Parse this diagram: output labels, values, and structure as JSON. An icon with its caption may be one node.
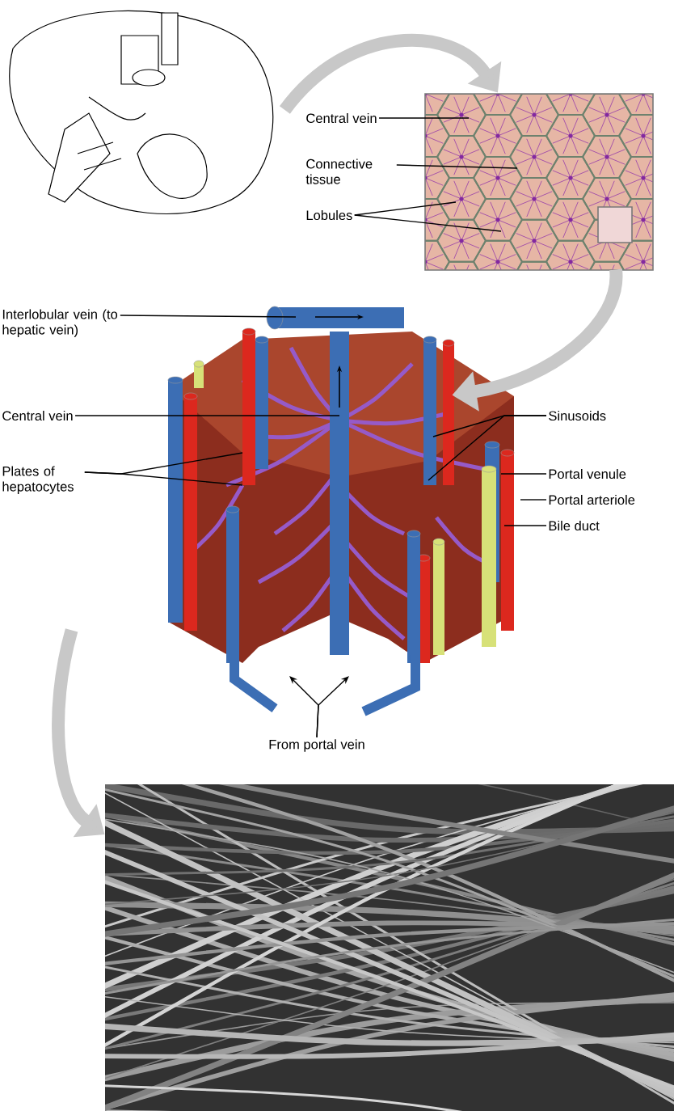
{
  "diagram": {
    "nodes": [
      {
        "text": [],
        "shape": "picture"
      },
      {
        "text": [],
        "shape": "picture"
      },
      {
        "text": [],
        "shape": "picture"
      },
      {
        "text": [],
        "shape": "picture"
      },
      {
        "text": [
          "Central vein"
        ]
      },
      {
        "text": [
          "Connective tissue"
        ]
      },
      {
        "text": [
          "Lobules"
        ]
      },
      {
        "text": [
          "Interlobular vein (to hepatic vein)"
        ]
      },
      {
        "text": [
          "Central vein"
        ]
      },
      {
        "text": [
          "Plates of hepatocytes"
        ]
      },
      {
        "text": [
          "Sinusoids"
        ]
      },
      {
        "text": [
          "Portal venule"
        ]
      },
      {
        "text": [
          "Portal arteriole"
        ]
      },
      {
        "text": [
          "Bile duct"
        ]
      },
      {
        "text": [
          "From portal vein"
        ]
      }
    ],
    "edges": [
      {
        "from": 0,
        "to": 1,
        "arrow": "to",
        "style": "thick",
        "color": "#c8c8c8"
      },
      {
        "from": 1,
        "to": 2,
        "arrow": "to",
        "style": "thick",
        "color": "#c8c8c8"
      },
      {
        "from": 2,
        "to": 3,
        "arrow": "to",
        "style": "thick",
        "color": "#c8c8c8"
      },
      {
        "from": 4,
        "to": 1,
        "arrow": "none"
      },
      {
        "from": 5,
        "to": 1,
        "arrow": "none"
      },
      {
        "from": 6,
        "to": 1,
        "arrow": "none"
      },
      {
        "from": 6,
        "to": 1,
        "arrow": "none"
      },
      {
        "from": 7,
        "to": 2,
        "arrow": "none"
      },
      {
        "from": 8,
        "to": 2,
        "arrow": "none"
      },
      {
        "from": 9,
        "to": 2,
        "arrow": "none"
      },
      {
        "from": 9,
        "to": 2,
        "arrow": "none"
      },
      {
        "from": 10,
        "to": 2,
        "arrow": "none"
      },
      {
        "from": 10,
        "to": 2,
        "arrow": "none"
      },
      {
        "from": 11,
        "to": 2,
        "arrow": "none"
      },
      {
        "from": 12,
        "to": 2,
        "arrow": "none"
      },
      {
        "from": 13,
        "to": 2,
        "arrow": "none"
      },
      {
        "from": 14,
        "to": 2,
        "arrow": "to"
      },
      {
        "from": 14,
        "to": 2,
        "arrow": "to"
      }
    ]
  }
}
